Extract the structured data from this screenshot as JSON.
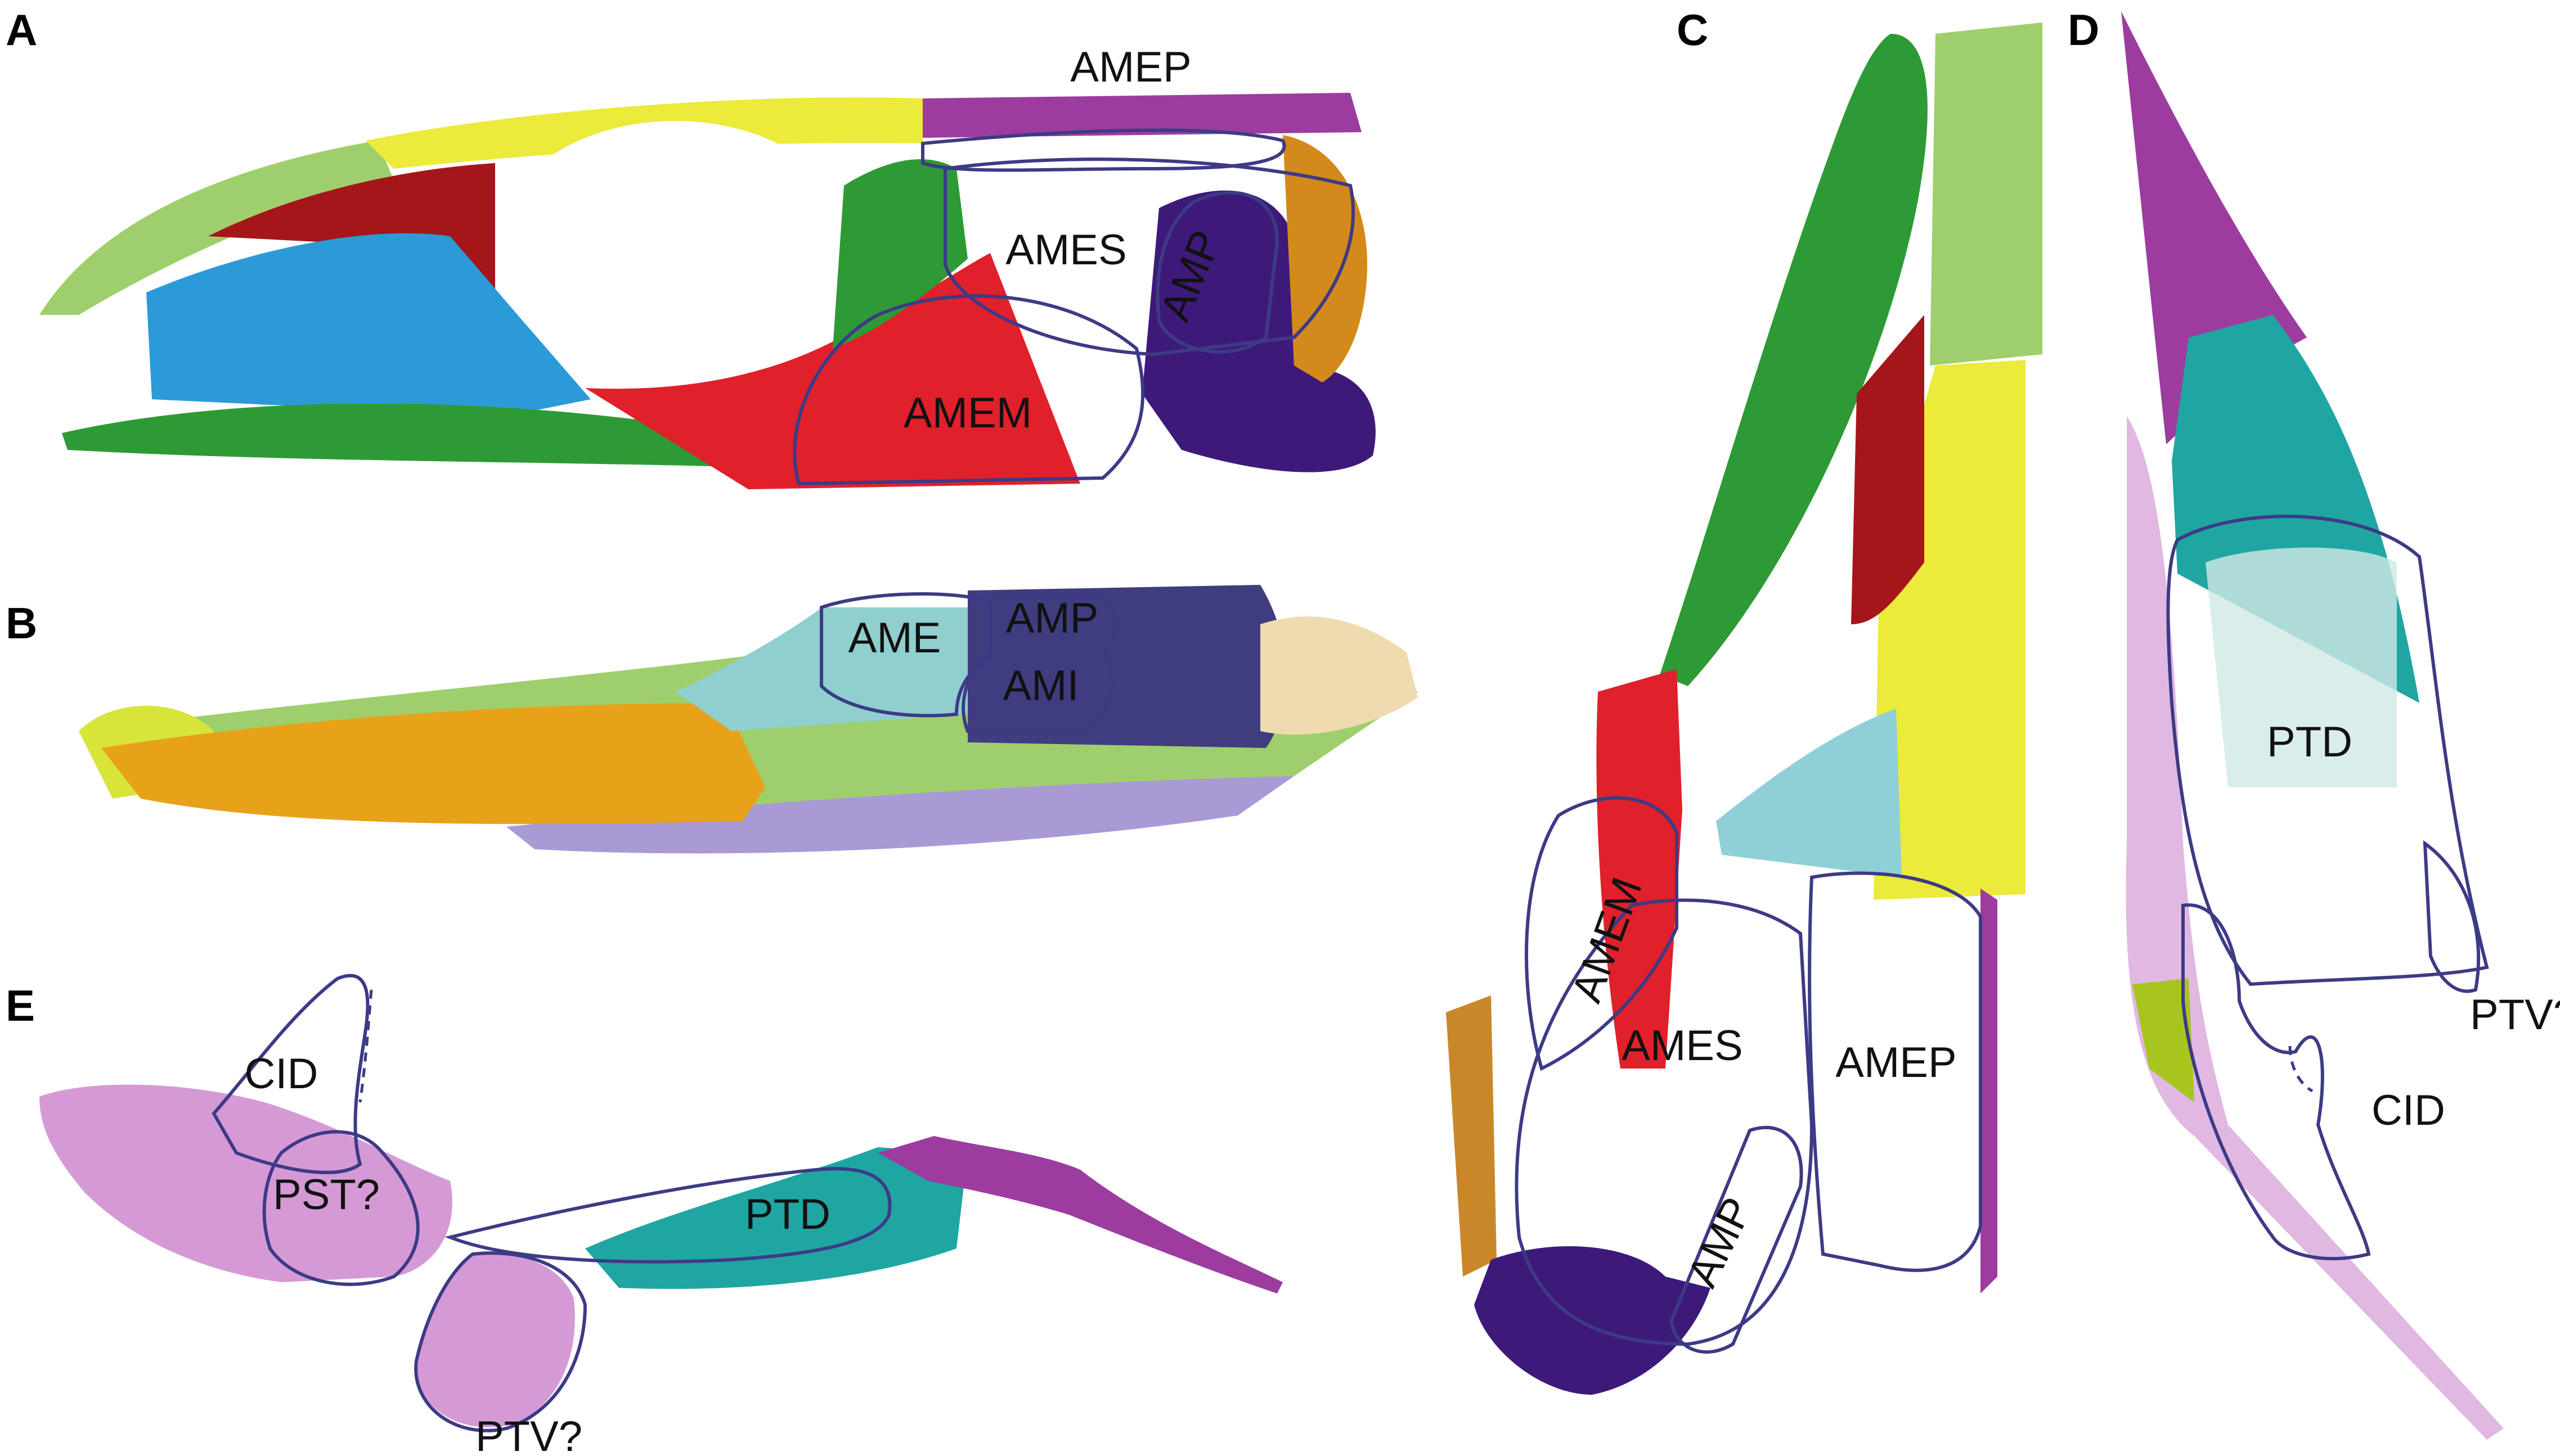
{
  "panels": {
    "A": {
      "letter": "A",
      "labels": {
        "amep": "AMEP",
        "ames": "AMES",
        "amp": "AMP",
        "amem": "AMEM"
      }
    },
    "B": {
      "letter": "B",
      "labels": {
        "ame": "AME",
        "amp": "AMP",
        "ami": "AMI"
      }
    },
    "C": {
      "letter": "C",
      "labels": {
        "amem": "AMEM",
        "ames": "AMES",
        "amep": "AMEP",
        "amp": "AMP"
      }
    },
    "D": {
      "letter": "D",
      "labels": {
        "ptd": "PTD",
        "ptv": "PTV?",
        "cid": "CID"
      }
    },
    "E": {
      "letter": "E",
      "labels": {
        "cid": "CID",
        "pst": "PST?",
        "ptd": "PTD",
        "ptv": "PTV?"
      }
    }
  },
  "colors": {
    "light_green": "#9fcf6c",
    "yellow": "#ecea3a",
    "dark_red": "#a5161a",
    "red": "#e0202a",
    "blue": "#2d9ad8",
    "green": "#2e9a35",
    "purple": "#9c3c9f",
    "dark_purple": "#3d1a7a",
    "teal": "#1fa6a2",
    "orange": "#e8a21a",
    "lavender": "#a99ad6",
    "navy": "#3f3d80",
    "cream": "#eedcb0",
    "pink": "#d59ad6",
    "muscle_fill": "#f7e8e4",
    "outline": "#3d3a86"
  }
}
